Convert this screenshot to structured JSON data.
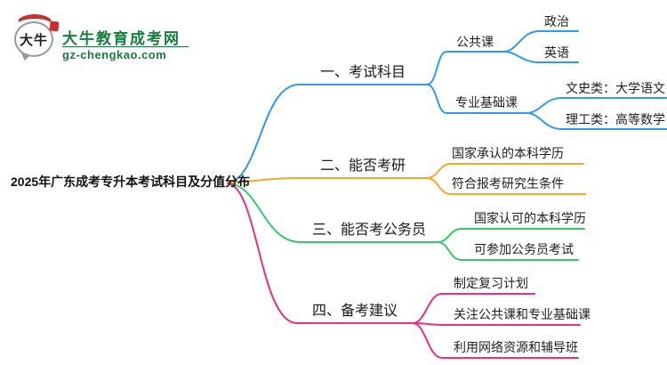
{
  "brand": {
    "logo_text": "大牛",
    "site_name": "大牛教育成考网",
    "site_domain": "gz-chengkao.com",
    "text_color": "#177e3c",
    "seal_color": "#c53030"
  },
  "mindmap": {
    "root": "2025年广东成考专升本考试科目及分值分布",
    "branches": [
      {
        "label": "一、考试科目",
        "color": "#2e9bf5",
        "children": [
          {
            "label": "公共课",
            "children": [
              {
                "label": "政治"
              },
              {
                "label": "英语"
              }
            ]
          },
          {
            "label": "专业基础课",
            "children": [
              {
                "label": "文史类：大学语文"
              },
              {
                "label": "理工类：高等数学"
              }
            ]
          }
        ]
      },
      {
        "label": "二、能否考研",
        "color": "#f7a82a",
        "children": [
          {
            "label": "国家承认的本科学历"
          },
          {
            "label": "符合报考研究生条件"
          }
        ]
      },
      {
        "label": "三、能否考公务员",
        "color": "#35c96a",
        "children": [
          {
            "label": "国家认可的本科学历"
          },
          {
            "label": "可参加公务员考试"
          }
        ]
      },
      {
        "label": "四、备考建议",
        "color": "#ee2f7e",
        "children": [
          {
            "label": "制定复习计划"
          },
          {
            "label": "关注公共课和专业基础课"
          },
          {
            "label": "利用网络资源和辅导班"
          }
        ]
      }
    ]
  }
}
